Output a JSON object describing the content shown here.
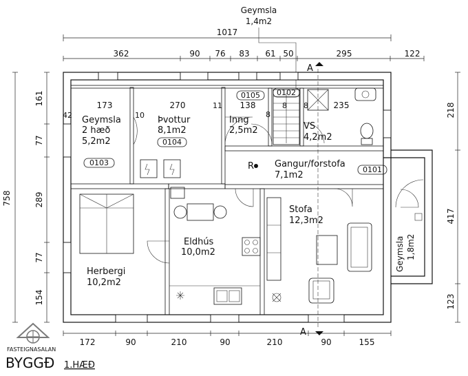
{
  "top_dimensions": {
    "overall": "1017",
    "segments": [
      "362",
      "90",
      "76",
      "83",
      "61",
      "50",
      "295",
      "122"
    ]
  },
  "bottom_dimensions": {
    "segments": [
      "172",
      "90",
      "210",
      "90",
      "210",
      "90",
      "155"
    ]
  },
  "left_dimensions": {
    "overall": "758",
    "segments": [
      "161",
      "77",
      "289",
      "77",
      "154"
    ]
  },
  "right_dimensions": {
    "segments": [
      "218",
      "417",
      "123"
    ]
  },
  "inner_dimensions": {
    "geymsla": "173",
    "thvottur": "270",
    "inng": "138",
    "vs": "235",
    "wall_42": "42",
    "wall_10": "10",
    "wall_11": "11",
    "mark_8a": "8",
    "mark_8b": "8",
    "mark_8c": "8"
  },
  "external_label": {
    "name": "Geymsla",
    "area": "1,4m2"
  },
  "rooms": {
    "geymsla": {
      "name": "Geymsla",
      "floor": "2 hæð",
      "area": "5,2m2",
      "code": "0103"
    },
    "thvottur": {
      "name": "Þvottur",
      "area": "8,1m2",
      "code": "0104"
    },
    "inng": {
      "name": "Inng",
      "area": "2,5m2",
      "code": "0105"
    },
    "stair_code": "0102",
    "vs": {
      "name": "VS",
      "area": "4,2m2"
    },
    "gangur": {
      "name": "Gangur/forstofa",
      "area": "7,1m2",
      "code": "0101"
    },
    "herbergi": {
      "name": "Herbergi",
      "area": "10,2m2"
    },
    "eldhus": {
      "name": "Eldhús",
      "area": "10,0m2"
    },
    "stofa": {
      "name": "Stofa",
      "area": "12,3m2"
    },
    "geymsla_side": {
      "name": "Geymsla",
      "area": "1,8m2"
    }
  },
  "misc": {
    "r_label": "R",
    "section_top": "A",
    "section_bottom": "A"
  },
  "logo": {
    "line1": "FASTEIGNASALAN",
    "line2": "BYGGÐ"
  },
  "floor_label": "1.HÆÐ"
}
